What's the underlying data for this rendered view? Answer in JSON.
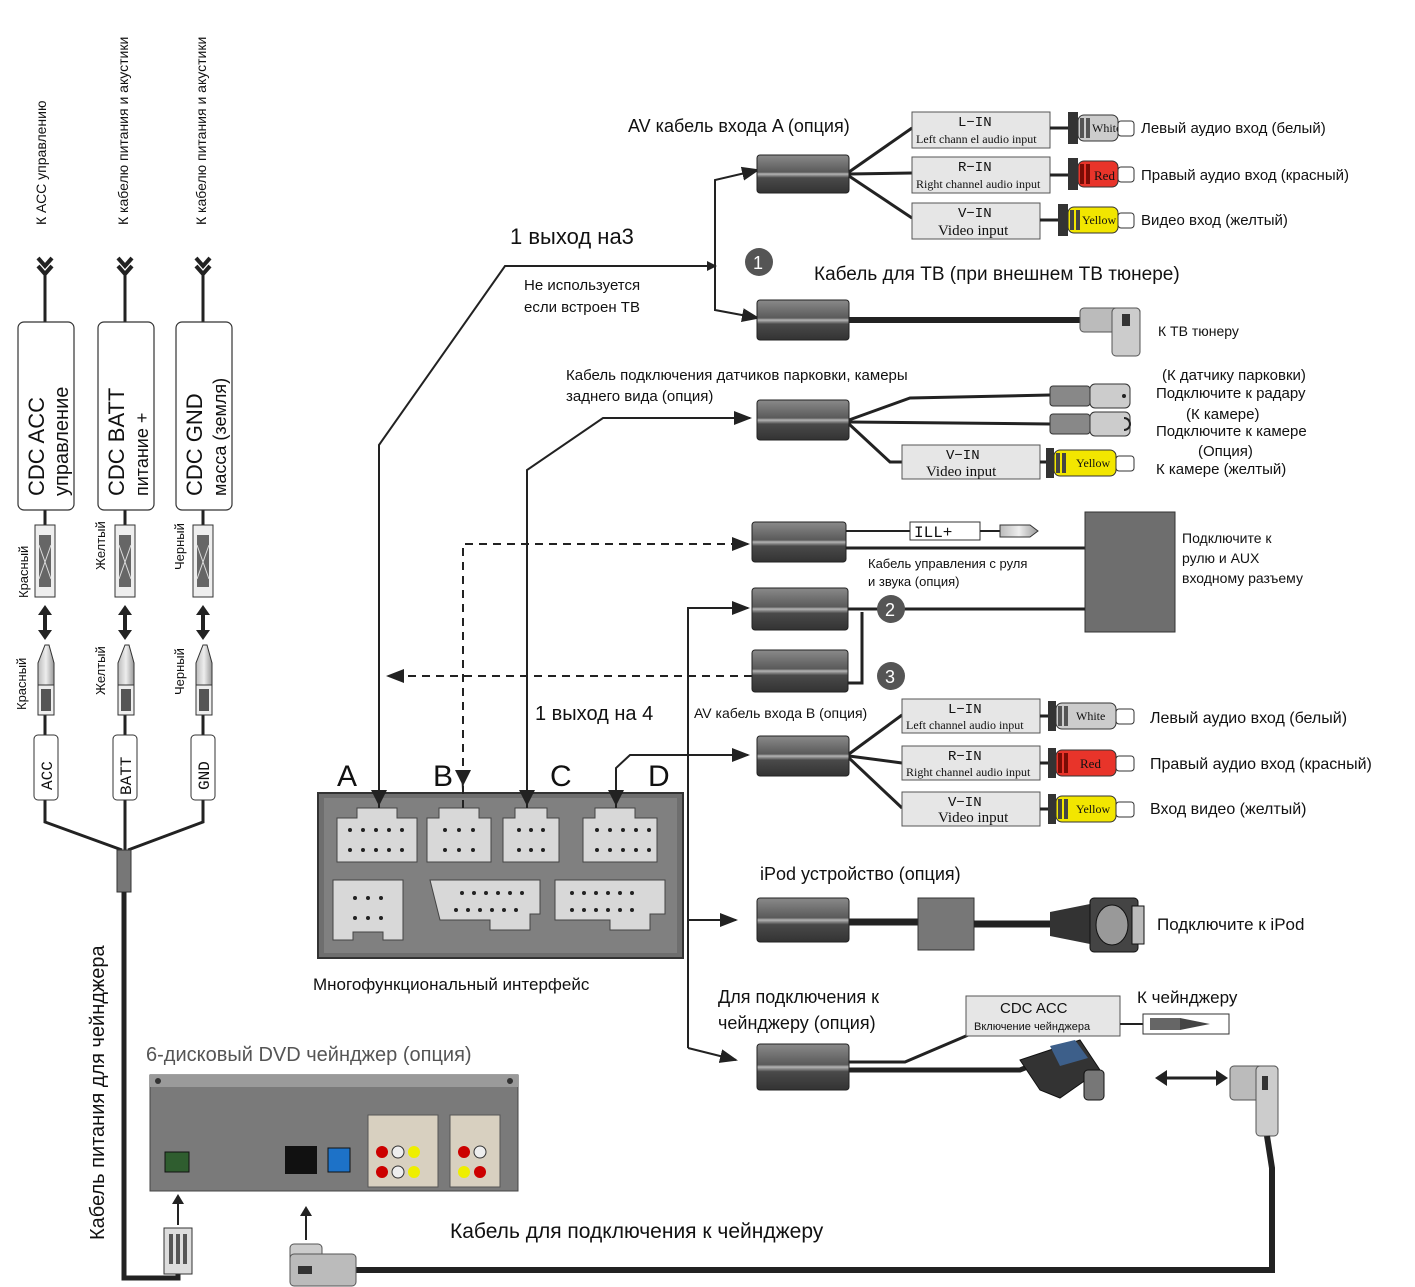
{
  "left": {
    "wires": [
      {
        "top_label": "К АСС управлению",
        "box_line1": "CDC ACC",
        "box_line2": "управление",
        "color_upper": "Красный",
        "color_lower": "Красный",
        "tag": "ACC"
      },
      {
        "top_label": "К кабелю питания и акустики",
        "box_line1": "CDC BATT",
        "box_line2": "питание +",
        "color_upper": "Желтый",
        "color_lower": "Желтый",
        "tag": "BATT"
      },
      {
        "top_label": "К кабелю питания и акустики",
        "box_line1": "CDC GND",
        "box_line2": "масса (земля)",
        "color_upper": "Черный",
        "color_lower": "Черный",
        "tag": "GND"
      }
    ],
    "power_cable": "Кабель питания для чейнджера"
  },
  "split1": {
    "title": "1 выход на3",
    "note1": "Не используется",
    "note2": "если встроен ТВ"
  },
  "split2": {
    "title": "1 выход на 4"
  },
  "av_a": {
    "title": "AV кабель входа A (опция)",
    "rows": [
      {
        "code": "L−IN",
        "sub": "Left chann el audio input",
        "plug": "White",
        "color": "#ffffff",
        "desc": "Левый аудио вход (белый)"
      },
      {
        "code": "R−IN",
        "sub": "Right channel audio input",
        "plug": "Red",
        "color": "#e8342a",
        "desc": "Правый аудио вход (красный)"
      },
      {
        "code": "V−IN",
        "sub": "Video input",
        "plug": "Yellow",
        "color": "#f2e600",
        "desc": "Видео вход (желтый)"
      }
    ]
  },
  "tv": {
    "badge": "1",
    "title": "Кабель для ТВ  (при внешнем ТВ тюнере)",
    "target": "К ТВ тюнеру"
  },
  "parking": {
    "title_line1": "Кабель подключения датчиков парковки, камеры",
    "title_line2": "заднего вида (опция)",
    "r1_line1": "(К датчику парковки)",
    "r1_line2": "Подключите к радару",
    "r2_line1": "(К камере)",
    "r2_line2": "Подключите к камере",
    "r3_line1": "(Опция)",
    "r3_line2": "К камере (желтый)",
    "vin_code": "V−IN",
    "vin_sub": "Video input",
    "plug": "Yellow"
  },
  "steering": {
    "ill": "ILL+",
    "label1": "Кабель управления с руля",
    "label2": "и звука (опция)",
    "box_line1": "Подключите к",
    "box_line2": "рулю и AUX",
    "box_line3": "входному разъему",
    "badge2": "2",
    "badge3": "3"
  },
  "interface": {
    "ports": [
      "A",
      "B",
      "C",
      "D"
    ],
    "caption": "Многофункциональный интерфейс"
  },
  "av_b": {
    "title": "AV кабель входа B (опция)",
    "rows": [
      {
        "code": "L−IN",
        "sub": "Left channel audio input",
        "plug": "White",
        "color": "#ffffff",
        "desc": "Левый аудио вход (белый)"
      },
      {
        "code": "R−IN",
        "sub": "Right channel audio input",
        "plug": "Red",
        "color": "#e8342a",
        "desc": "Правый аудио вход (красный)"
      },
      {
        "code": "V−IN",
        "sub": "Video input",
        "plug": "Yellow",
        "color": "#f2e600",
        "desc": "Вход видео (желтый)"
      }
    ]
  },
  "ipod": {
    "title": "iPod устройство (опция)",
    "target": "Подключите к iPod"
  },
  "changer": {
    "title_line1": "Для подключения к",
    "title_line2": "чейнджеру (опция)",
    "cdc_line1": "CDC ACC",
    "cdc_line2": "Включение чейнджера",
    "target": "К чейнджеру",
    "dvd_title": "6-дисковый DVD чейнджер (опция)",
    "bottom_cable": "Кабель для подключения к чейнджеру"
  }
}
